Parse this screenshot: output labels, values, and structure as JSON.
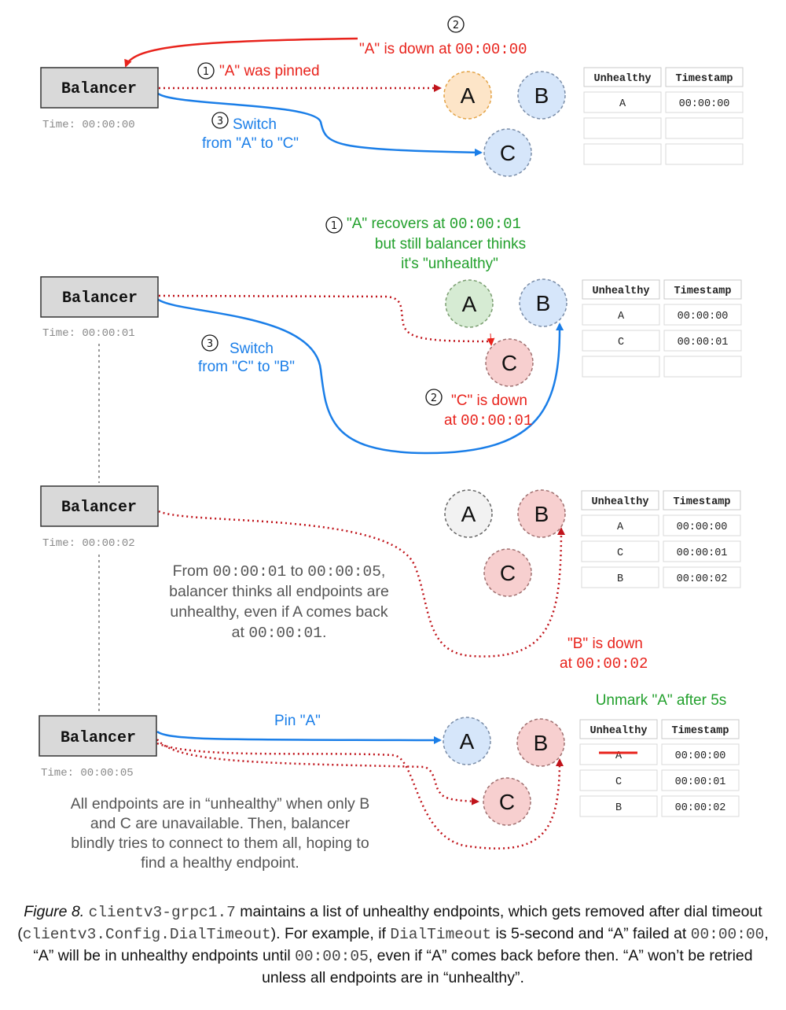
{
  "balancer_label": "Balancer",
  "node_labels": {
    "a": "A",
    "b": "B",
    "c": "C"
  },
  "colors": {
    "red": "#e8231c",
    "blue": "#1a7ee8",
    "green": "#22a02c",
    "node_orange": "#fde5c8",
    "node_blue": "#d6e6fa",
    "node_green": "#d6ebd3",
    "node_red": "#f7cfcf",
    "node_gray": "#f2f2f2",
    "balancer_fill": "#d9d9d9"
  },
  "table_headers": {
    "unhealthy": "Unhealthy",
    "timestamp": "Timestamp"
  },
  "panel1": {
    "time": "Time: 00:00:00",
    "step1_num": "1",
    "step1_text": "\"A\" was pinned",
    "step2_num": "2",
    "step2_text": "\"A\" is down at ",
    "step2_time": "00:00:00",
    "step3_num": "3",
    "step3_line1": "Switch",
    "step3_line2": "from \"A\" to \"C\"",
    "table": [
      [
        "A",
        "00:00:00"
      ],
      [
        "",
        ""
      ],
      [
        "",
        ""
      ]
    ]
  },
  "panel2": {
    "time": "Time: 00:00:01",
    "step1_num": "1",
    "step1_line1": "\"A\" recovers at ",
    "step1_time": "00:00:01",
    "step1_line2": "but still balancer thinks",
    "step1_line3": "it's \"unhealthy\"",
    "step2_num": "2",
    "step2_line1": "\"C\" is down",
    "step2_line2": "at ",
    "step2_time": "00:00:01",
    "step3_num": "3",
    "step3_line1": "Switch",
    "step3_line2": "from \"C\" to \"B\"",
    "table": [
      [
        "A",
        "00:00:00"
      ],
      [
        "C",
        "00:00:01"
      ],
      [
        "",
        ""
      ]
    ]
  },
  "panel3": {
    "time": "Time: 00:00:02",
    "down_line1": "\"B\" is down",
    "down_line2": "at ",
    "down_time": "00:00:02",
    "note_from": "From ",
    "note_t1": "00:00:01",
    "note_to": " to ",
    "note_t2": "00:00:05",
    "note_comma": ",",
    "note_line2": "balancer thinks all endpoints are",
    "note_line3": "unhealthy, even if A comes back",
    "note_at": "at ",
    "note_t3": "00:00:01",
    "note_end": ".",
    "table": [
      [
        "A",
        "00:00:00"
      ],
      [
        "C",
        "00:00:01"
      ],
      [
        "B",
        "00:00:02"
      ]
    ]
  },
  "panel4": {
    "time": "Time: 00:00:05",
    "pin_text": "Pin \"A\"",
    "unmark_text": "Unmark \"A\" after 5s",
    "note_line1": "All endpoints are in “unhealthy” when only B",
    "note_line2": "and C are unavailable. Then, balancer",
    "note_line3": "blindly tries to connect to them all, hoping to",
    "note_line4": "find a healthy endpoint.",
    "table": [
      [
        "A",
        "00:00:00"
      ],
      [
        "C",
        "00:00:01"
      ],
      [
        "B",
        "00:00:02"
      ]
    ]
  },
  "caption": {
    "fig": "Figure 8.",
    "s1": "clientv3-grpc1.7",
    "s2": " maintains a list of unhealthy endpoints, which gets removed after dial timeout (",
    "s3": "clientv3.Config.DialTimeout",
    "s4": "). For example, if ",
    "s5": "DialTimeout",
    "s6": " is 5-second and “A” failed at ",
    "s7": "00:00:00",
    "s8": ", “A” will be in unhealthy endpoints until ",
    "s9": "00:00:05",
    "s10": ", even if “A” comes back before then. “A” won’t be retried unless all endpoints are in “unhealthy”."
  }
}
